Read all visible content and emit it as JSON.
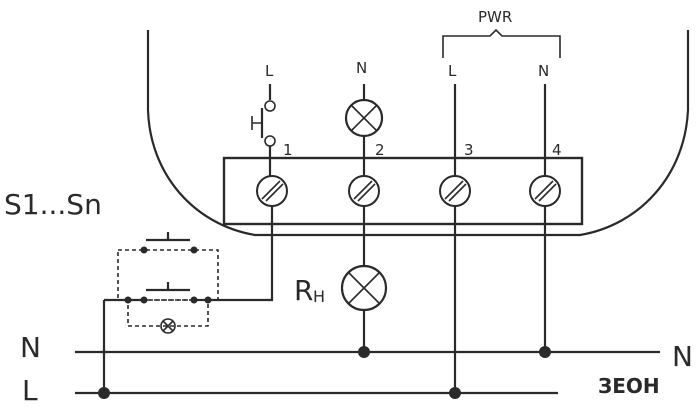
{
  "labels": {
    "pwr": "PWR",
    "top_l1": "L",
    "top_n2": "N",
    "top_l3": "L",
    "top_n4": "N",
    "t1": "1",
    "t2": "2",
    "t3": "3",
    "t4": "4",
    "switches": "S1...Sn",
    "rh_main": "R",
    "rh_sub": "H",
    "bus_n_left": "N",
    "bus_l_left": "L",
    "bus_n_right": "N"
  },
  "logo": {
    "text": "ЗЕОН"
  },
  "colors": {
    "line": "#2a2a2a",
    "background": "#ffffff"
  }
}
